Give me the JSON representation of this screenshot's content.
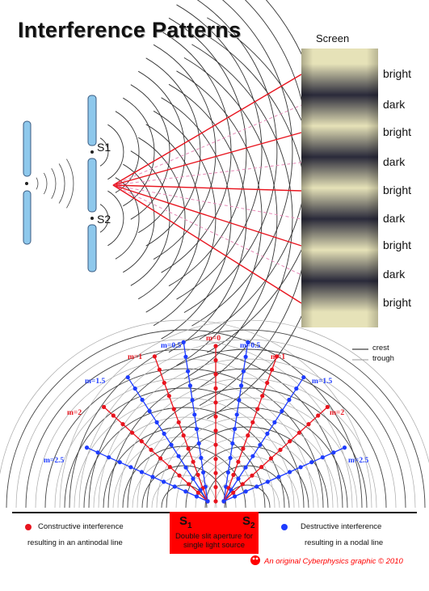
{
  "title": "Interference Patterns",
  "screen_label": "Screen",
  "bands": [
    "bright",
    "dark",
    "bright",
    "dark",
    "bright",
    "dark",
    "bright",
    "dark",
    "bright"
  ],
  "slit_labels": {
    "s1": "S1",
    "s2": "S2"
  },
  "orders_left": [
    "m=2.5",
    "m=2",
    "m=1.5",
    "m=1",
    "m=0.5"
  ],
  "orders_right": [
    "m=0.5",
    "m=1",
    "m=1.5",
    "m=2",
    "m=2.5"
  ],
  "order_center": "m=0",
  "key": {
    "crest": "crest",
    "trough": "trough"
  },
  "legend": {
    "constructive_line1": "Constructive interference",
    "constructive_line2": "resulting in an antinodal line",
    "destructive_line1": "Destructive interference",
    "destructive_line2": "resulting in a nodal line"
  },
  "aperture": {
    "s1": "S",
    "s1_sub": "1",
    "s2": "S",
    "s2_sub": "2",
    "caption_line1": "Double slit aperture for",
    "caption_line2": "single light source"
  },
  "credit": "An original Cyberphysics graphic © 2010",
  "colors": {
    "constructive": "#e8141e",
    "destructive": "#1e3cff",
    "slit_plate": "#8ec8ec",
    "aperture": "#ff0000"
  }
}
